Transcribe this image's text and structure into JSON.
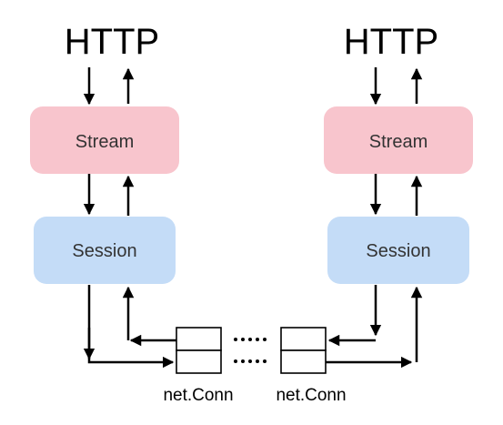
{
  "left_stack": {
    "http_label": "HTTP",
    "stream_label": "Stream",
    "session_label": "Session",
    "conn_label": "net.Conn"
  },
  "right_stack": {
    "http_label": "HTTP",
    "stream_label": "Stream",
    "session_label": "Session",
    "conn_label": "net.Conn"
  },
  "colors": {
    "stream_fill": "#f8c5cd",
    "session_fill": "#c4dcf7",
    "line": "#000000"
  }
}
